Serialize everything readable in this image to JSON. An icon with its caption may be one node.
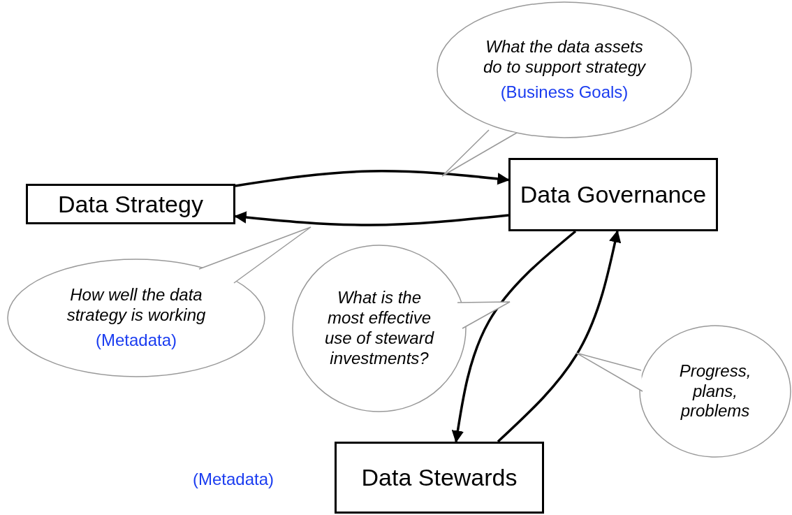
{
  "diagram": {
    "nodes": [
      {
        "text": [
          "Data Strategy"
        ]
      },
      {
        "text": [
          "Data Governance"
        ]
      },
      {
        "text": [
          "Data Stewards"
        ]
      },
      {
        "text": [
          "What the data assets do to support strategy",
          "(Business Goals)"
        ]
      },
      {
        "text": [
          "How well the data strategy is working",
          "(Metadata)"
        ]
      },
      {
        "text": [
          "What is the most effective use of steward investments?"
        ]
      },
      {
        "text": [
          "Progress, plans, problems"
        ]
      }
    ],
    "edges": [
      {
        "from": 0,
        "to": 1,
        "arrow": "to"
      },
      {
        "from": 1,
        "to": 0,
        "arrow": "to"
      },
      {
        "from": 1,
        "to": 2,
        "arrow": "to"
      },
      {
        "from": 2,
        "to": 1,
        "arrow": "to"
      }
    ],
    "labels": [
      "(Metadata)"
    ]
  }
}
